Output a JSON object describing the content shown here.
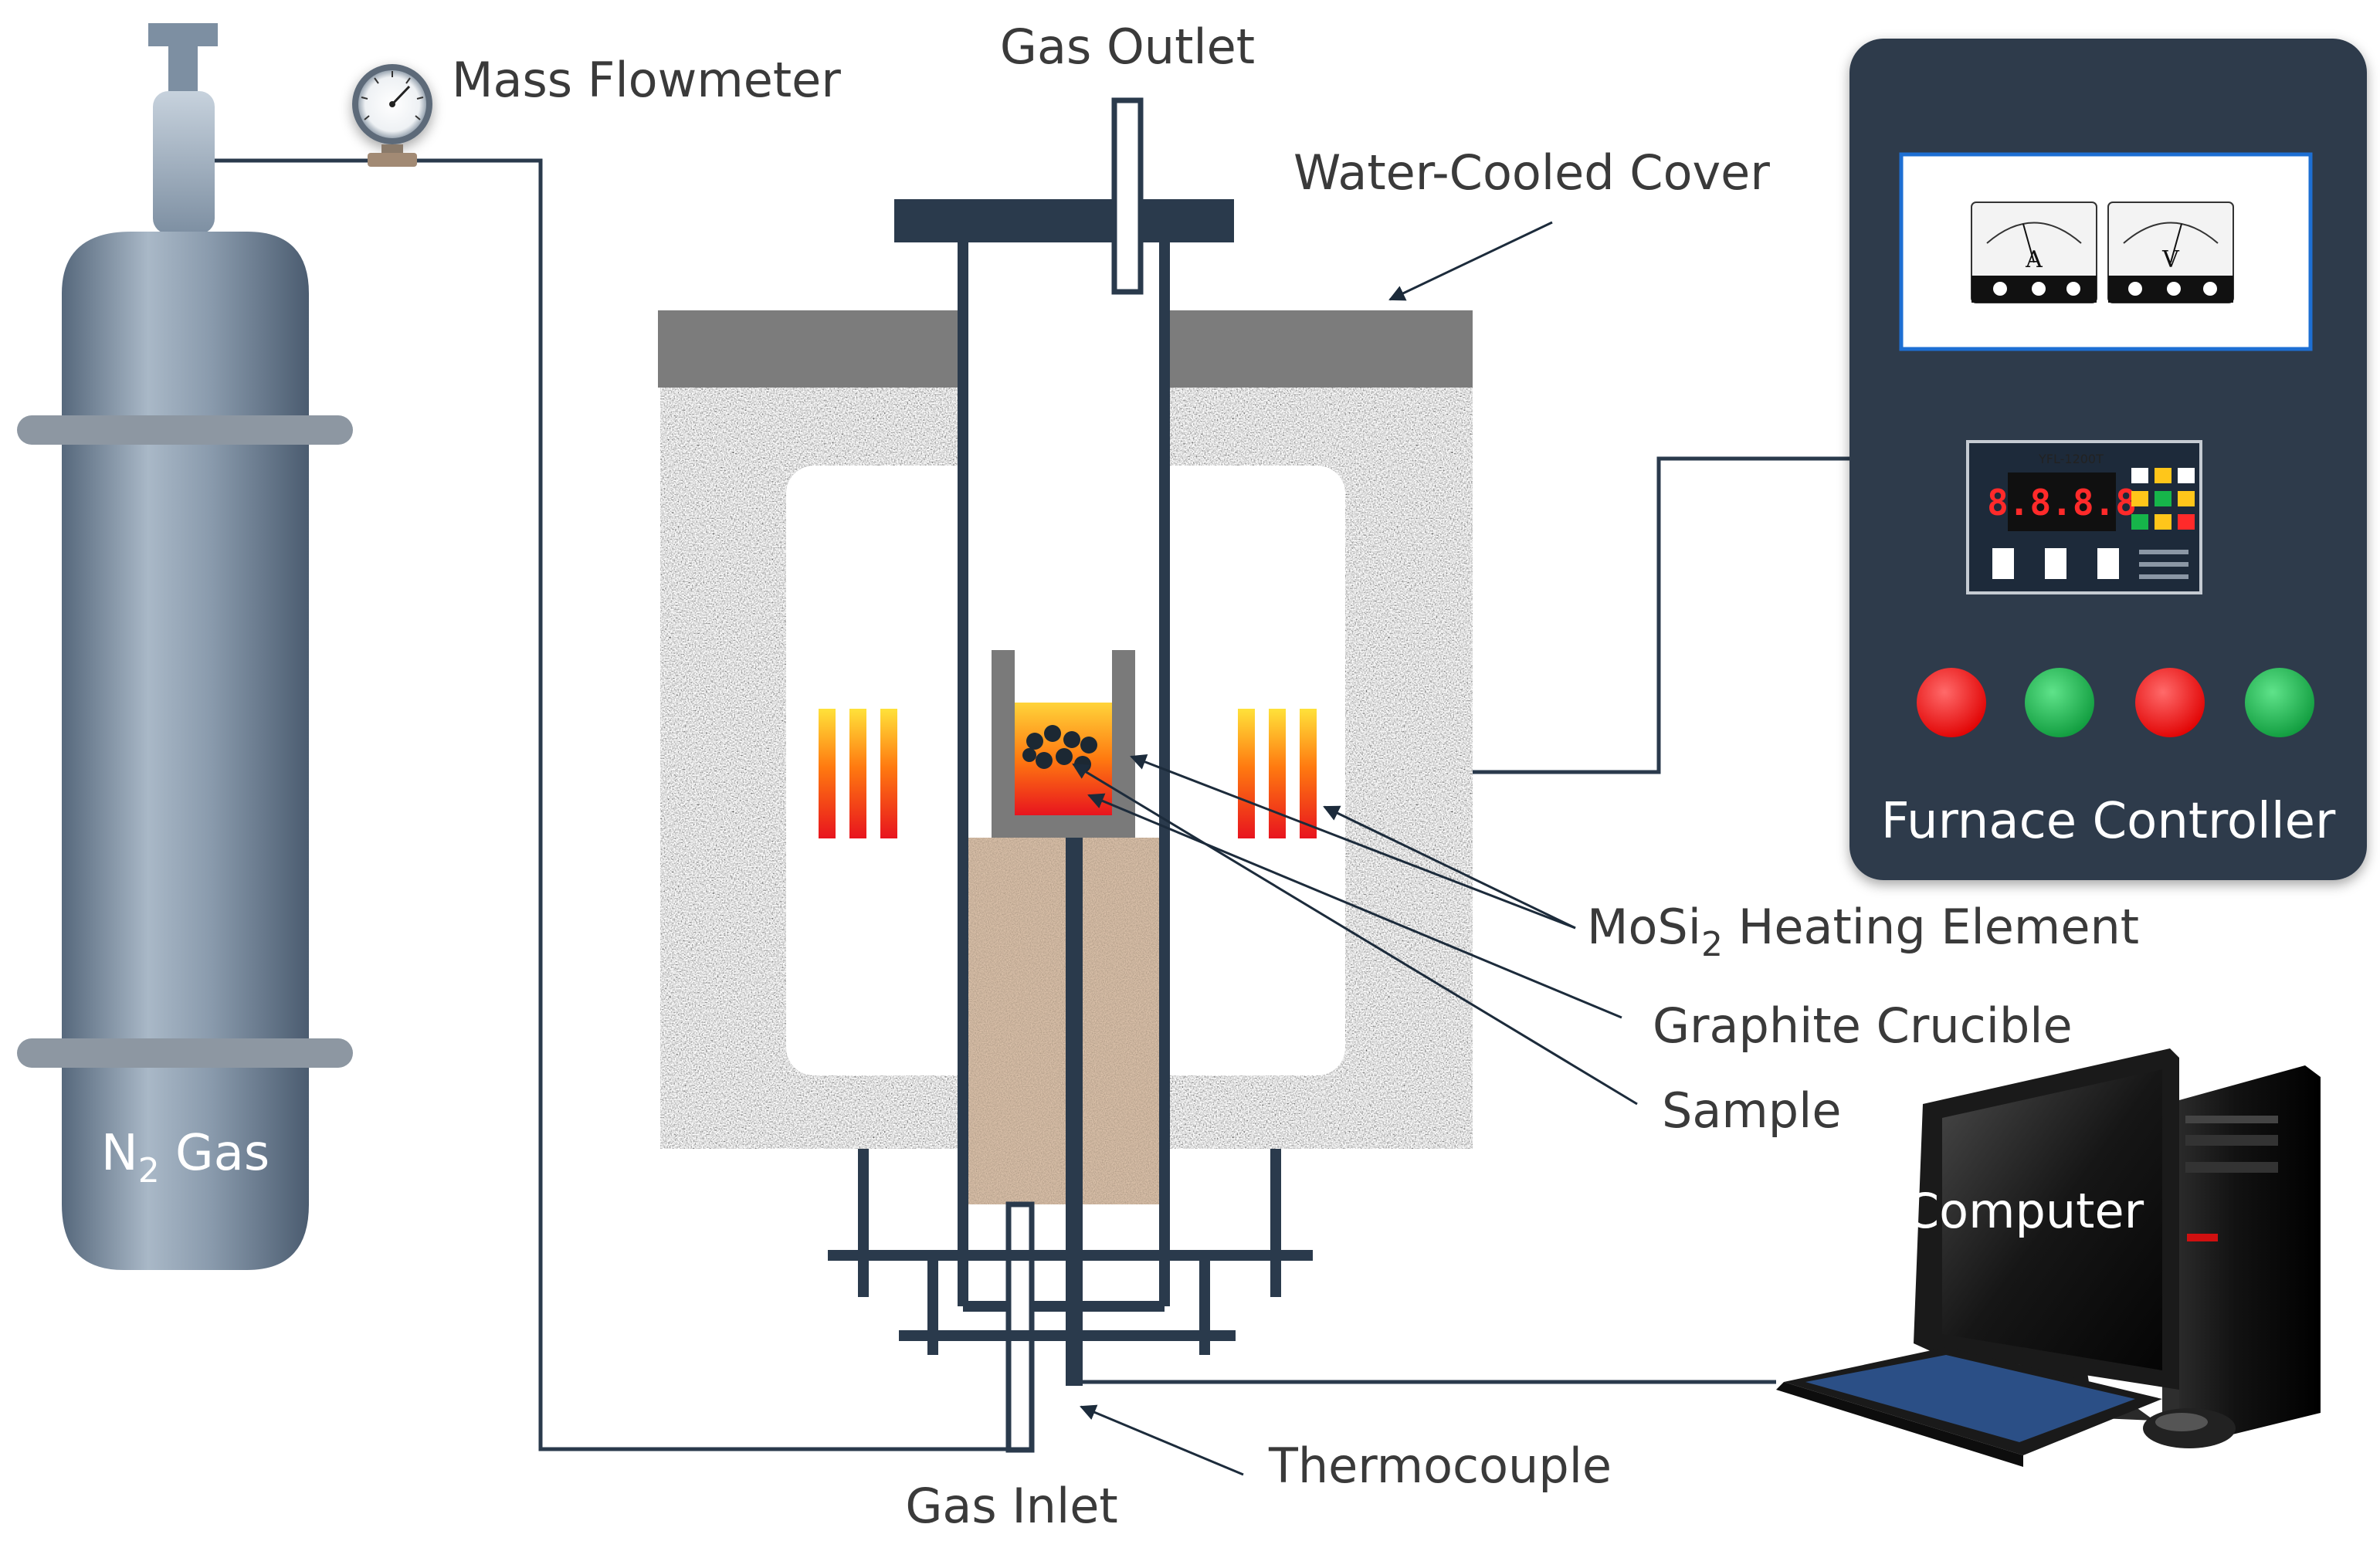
{
  "labels": {
    "gas_outlet": "Gas Outlet",
    "mass_flowmeter": "Mass Flowmeter",
    "water_cooled_cover": "Water-Cooled Cover",
    "n2_gas_main": "N",
    "n2_gas_sub": "2",
    "n2_gas_suffix": " Gas",
    "furnace_controller": "Furnace Controller",
    "heating_element_main": "MoSi",
    "heating_element_sub": "2",
    "heating_element_suffix": " Heating Element",
    "graphite_crucible": "Graphite Crucible",
    "sample": "Sample",
    "computer": "Computer",
    "thermocouple": "Thermocouple",
    "gas_inlet": "Gas Inlet"
  },
  "controller": {
    "display_readout": "8.8.8.8",
    "ammeter_letter": "A",
    "voltmeter_letter": "V",
    "unit_model": "YFL-1200T"
  },
  "colors": {
    "pipe": "#2a3a4c",
    "controller_panel": "#2d3a4c",
    "cylinder": "#7d8fa2",
    "cover": "#7c7c7c",
    "button_red": "#ff1a1a",
    "button_green": "#16b54a"
  }
}
